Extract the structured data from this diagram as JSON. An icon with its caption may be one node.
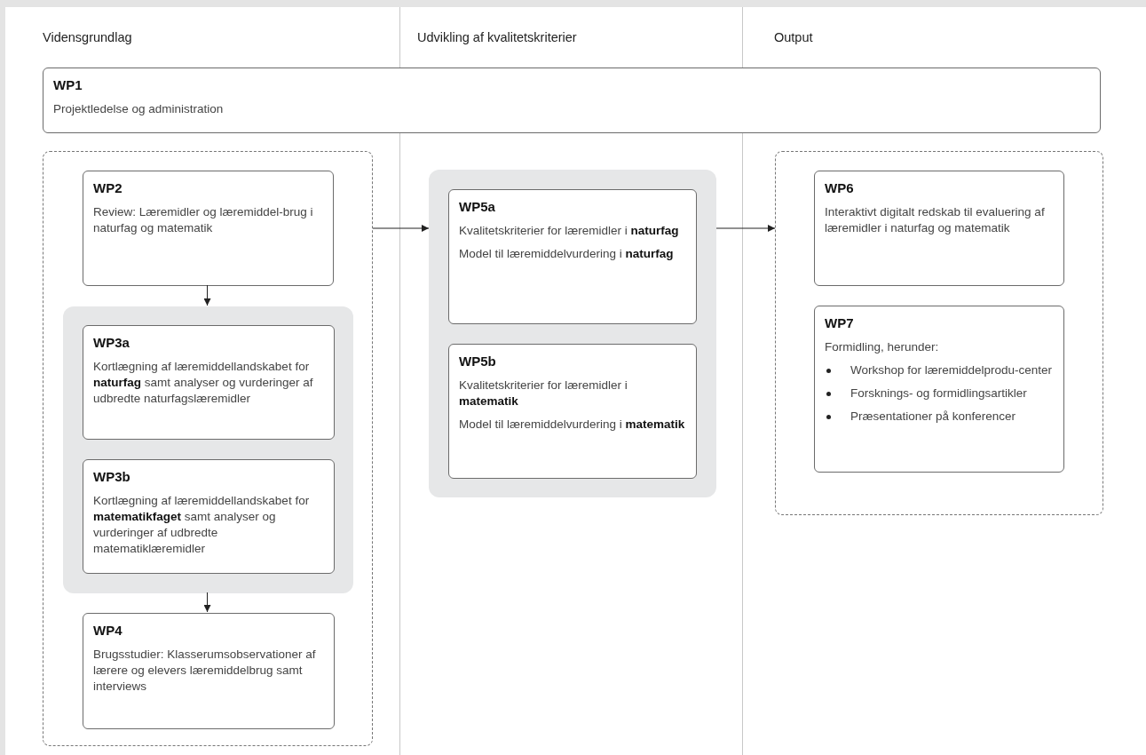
{
  "diagram": {
    "nodes": [
      {
        "text": [
          "WP1",
          "Projektledelse og administration"
        ]
      },
      {
        "text": [],
        "shape": "box"
      },
      {
        "text": [
          "WP2",
          "Review: Læremidler og læremiddel-brug i naturfag og matematik"
        ],
        "in": 1
      },
      {
        "text": [],
        "shape": "box",
        "in": 1
      },
      {
        "text": [
          "WP3a",
          "Kortlægning af læremiddellandskabet for **naturfag** samt analyser og vurderinger af udbredte naturfagslæremidler"
        ],
        "in": 3
      },
      {
        "text": [
          "WP3b",
          "Kortlægning af læremiddellandskabet for **matematikfaget** samt analyser og vurderinger af udbredte matematiklæremidler"
        ],
        "in": 3
      },
      {
        "text": [
          "WP4",
          "Brugsstudier: Klasserumsobservationer af lærere og elevers læremiddelbrug samt interviews"
        ],
        "in": 1
      },
      {
        "text": [],
        "shape": "box"
      },
      {
        "text": [
          "WP5a",
          "Kvalitetskriterier for læremidler i **naturfag**",
          "Model til læremiddelvurdering i **naturfag**"
        ],
        "in": 7
      },
      {
        "text": [
          "WP5b",
          "Kvalitetskriterier for læremidler i **matematik**",
          "Model til læremiddelvurdering i **matematik**"
        ],
        "in": 7
      },
      {
        "text": [],
        "shape": "box"
      },
      {
        "text": [
          "WP6",
          "Interaktivt digitalt redskab til evaluering af læremidler i naturfag og matematik"
        ],
        "in": 10
      },
      {
        "text": [
          "WP7",
          "Formidling, herunder:",
          "Workshop for læremiddelprodu-center",
          "Forsknings- og formidlingsartikler",
          "Præsentationer på konferencer"
        ],
        "in": 10
      }
    ],
    "edges": [
      {
        "from": 2,
        "to": 3,
        "arrow": "to"
      },
      {
        "from": 3,
        "to": 6,
        "arrow": "to"
      },
      {
        "from": 1,
        "to": 7,
        "arrow": "to"
      },
      {
        "from": 7,
        "to": 10,
        "arrow": "to"
      }
    ],
    "labels": [
      "Vidensgrundlag",
      "Udvikling af kvalitetskriterier",
      "Output"
    ]
  }
}
